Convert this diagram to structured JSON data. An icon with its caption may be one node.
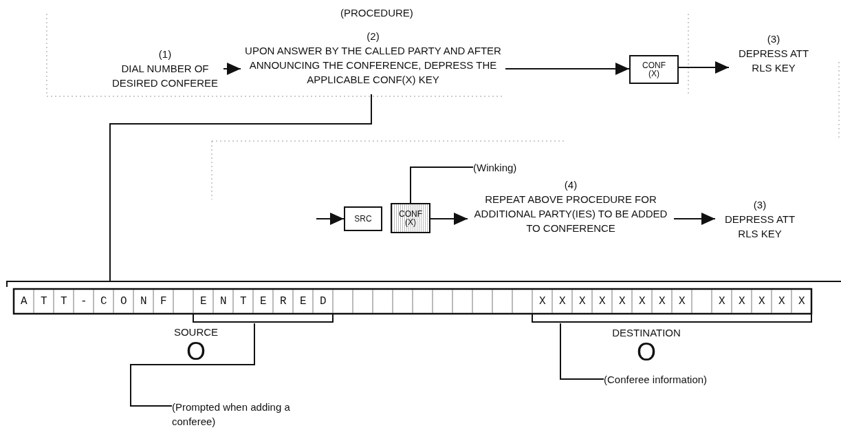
{
  "diagram": {
    "title": "(PROCEDURE)",
    "nodes": [
      {
        "text": [
          "(1)",
          "DIAL NUMBER OF DESIRED CONFEREE"
        ]
      },
      {
        "text": [
          "(2)",
          "UPON ANSWER BY THE CALLED PARTY AND AFTER ANNOUNCING THE CONFERENCE, DEPRESS THE APPLICABLE CONF(X) KEY"
        ]
      },
      {
        "text": [
          "CONF (X)"
        ]
      },
      {
        "text": [
          "(3)",
          "DEPRESS ATT RLS KEY"
        ]
      },
      {
        "text": [
          "SRC"
        ]
      },
      {
        "text": [
          "CONF (X)"
        ]
      },
      {
        "text": [
          "(4)",
          "REPEAT ABOVE PROCEDURE FOR ADDITIONAL PARTY(IES) TO BE ADDED TO CONFERENCE"
        ]
      },
      {
        "text": [
          "(3)",
          "DEPRESS ATT RLS KEY"
        ]
      },
      {
        "text": [
          "ATT-CONF",
          "ENTERED",
          "XXXXXXXX",
          "XXXXX"
        ]
      },
      {
        "text": [
          "SOURCE",
          "O"
        ]
      },
      {
        "text": [
          "DESTINATION",
          "O"
        ]
      },
      {
        "text": [
          "(Prompted when adding a conferee)"
        ]
      },
      {
        "text": [
          "(Conferee information)"
        ]
      },
      {
        "text": [
          "(Winking)"
        ]
      }
    ],
    "edges": [
      {
        "from": 0,
        "to": 1,
        "arrow": "to"
      },
      {
        "from": 1,
        "to": 2,
        "arrow": "to"
      },
      {
        "from": 2,
        "to": 3,
        "arrow": "to"
      },
      {
        "from": null,
        "to": 4,
        "arrow": "to"
      },
      {
        "from": 5,
        "to": 6,
        "arrow": "to"
      },
      {
        "from": 6,
        "to": 7,
        "arrow": "to"
      },
      {
        "from": 1,
        "to": 8,
        "arrow": "none"
      },
      {
        "from": 13,
        "to": 5,
        "arrow": "none"
      },
      {
        "from": 11,
        "to": 8,
        "arrow": "none"
      },
      {
        "from": 12,
        "to": 8,
        "arrow": "none"
      }
    ]
  }
}
